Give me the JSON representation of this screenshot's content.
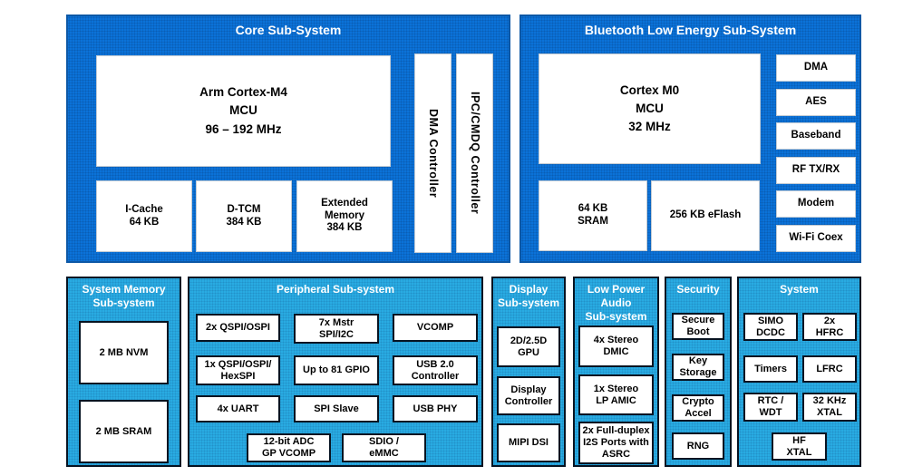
{
  "colors": {
    "dark_panel_blue": "#0b72d8",
    "light_panel_blue": "#29abe2",
    "panel_title_text": "#ffffff",
    "block_background": "#ffffff",
    "block_text": "#000000",
    "light_panel_border": "#071422"
  },
  "core_subsystem": {
    "title": "Core Sub-System",
    "mcu_block": "Arm Cortex-M4\nMCU\n96 – 192 MHz",
    "memory_blocks": [
      "I-Cache\n64 KB",
      "D-TCM\n384 KB",
      "Extended\nMemory\n384 KB"
    ],
    "vertical_blocks": [
      "DMA Controller",
      "IPC/CMDQ Controller"
    ]
  },
  "ble_subsystem": {
    "title": "Bluetooth Low Energy Sub-System",
    "mcu_block": "Cortex M0\nMCU\n32 MHz",
    "memory_blocks": [
      "64 KB\nSRAM",
      "256 KB eFlash"
    ],
    "side_blocks": [
      "DMA",
      "AES",
      "Baseband",
      "RF TX/RX",
      "Modem",
      "Wi-Fi Coex"
    ]
  },
  "system_memory_subsystem": {
    "title": "System Memory\nSub-system",
    "blocks": [
      "2 MB NVM",
      "2 MB SRAM"
    ]
  },
  "peripheral_subsystem": {
    "title": "Peripheral Sub-system",
    "grid_blocks": [
      "2x QSPI/OSPI",
      "7x Mstr\nSPI/I2C",
      "VCOMP",
      "1x QSPI/OSPI/\nHexSPI",
      "Up to 81 GPIO",
      "USB 2.0\nController",
      "4x UART",
      "SPI Slave",
      "USB PHY"
    ],
    "bottom_blocks": [
      "12-bit ADC\nGP VCOMP",
      "SDIO /\neMMC"
    ]
  },
  "display_subsystem": {
    "title": "Display\nSub-system",
    "blocks": [
      "2D/2.5D\nGPU",
      "Display\nController",
      "MIPI DSI"
    ]
  },
  "low_power_audio_subsystem": {
    "title": "Low Power\nAudio\nSub-system",
    "blocks": [
      "4x Stereo\nDMIC",
      "1x Stereo\nLP AMIC",
      "2x Full-duplex\nI2S Ports with\nASRC"
    ]
  },
  "security_subsystem": {
    "title": "Security",
    "blocks": [
      "Secure\nBoot",
      "Key\nStorage",
      "Crypto\nAccel",
      "RNG"
    ]
  },
  "system_subsystem": {
    "title": "System",
    "grid_blocks": [
      "SIMO\nDCDC",
      "2x\nHFRC",
      "Timers",
      "LFRC",
      "RTC /\nWDT",
      "32 KHz\nXTAL"
    ],
    "bottom_block": "HF\nXTAL"
  }
}
